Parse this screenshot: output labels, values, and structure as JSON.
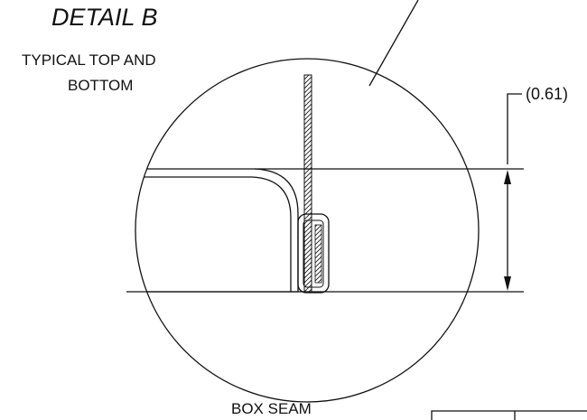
{
  "detail": {
    "title": "DETAIL B",
    "subtitle_line1": "TYPICAL TOP AND",
    "subtitle_line2": "BOTTOM",
    "dimension": "(0.61)",
    "caption": "BOX SEAM"
  }
}
